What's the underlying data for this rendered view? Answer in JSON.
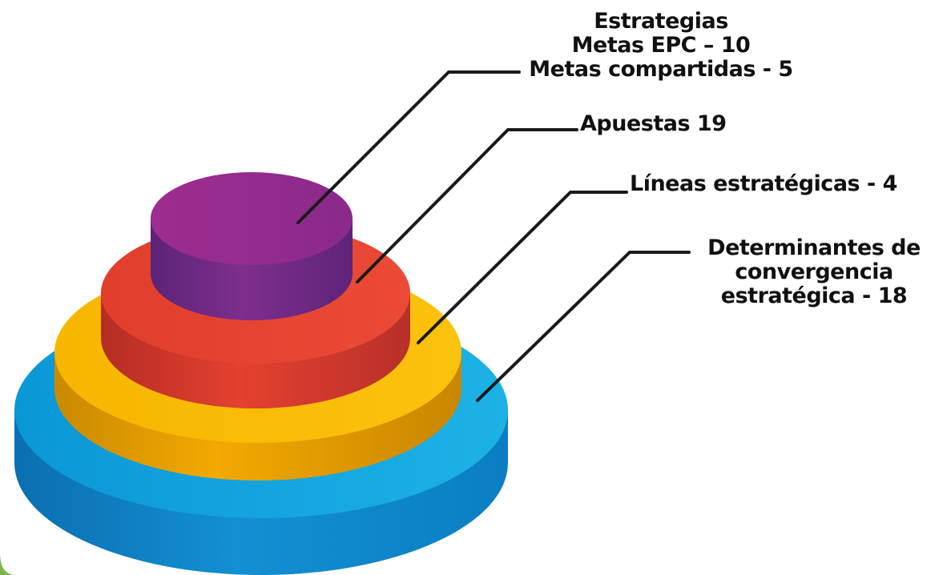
{
  "layers": [
    {
      "id": "top",
      "lines": [
        "Estrategias",
        "Metas EPC – 10",
        "Metas compartidas - 5"
      ],
      "color": "#8e2a8a"
    },
    {
      "id": "apuestas",
      "lines": [
        "Apuestas 19"
      ],
      "color": "#e5412f"
    },
    {
      "id": "lineas",
      "lines": [
        "Líneas estratégicas - 4"
      ],
      "color": "#f6b400"
    },
    {
      "id": "determinantes",
      "lines": [
        "Determinantes de",
        "convergencia",
        "estratégica - 18"
      ],
      "color": "#0aa0dc"
    }
  ],
  "connector_color": "#1a1a1a",
  "corner_accent_color": "#7ab648"
}
